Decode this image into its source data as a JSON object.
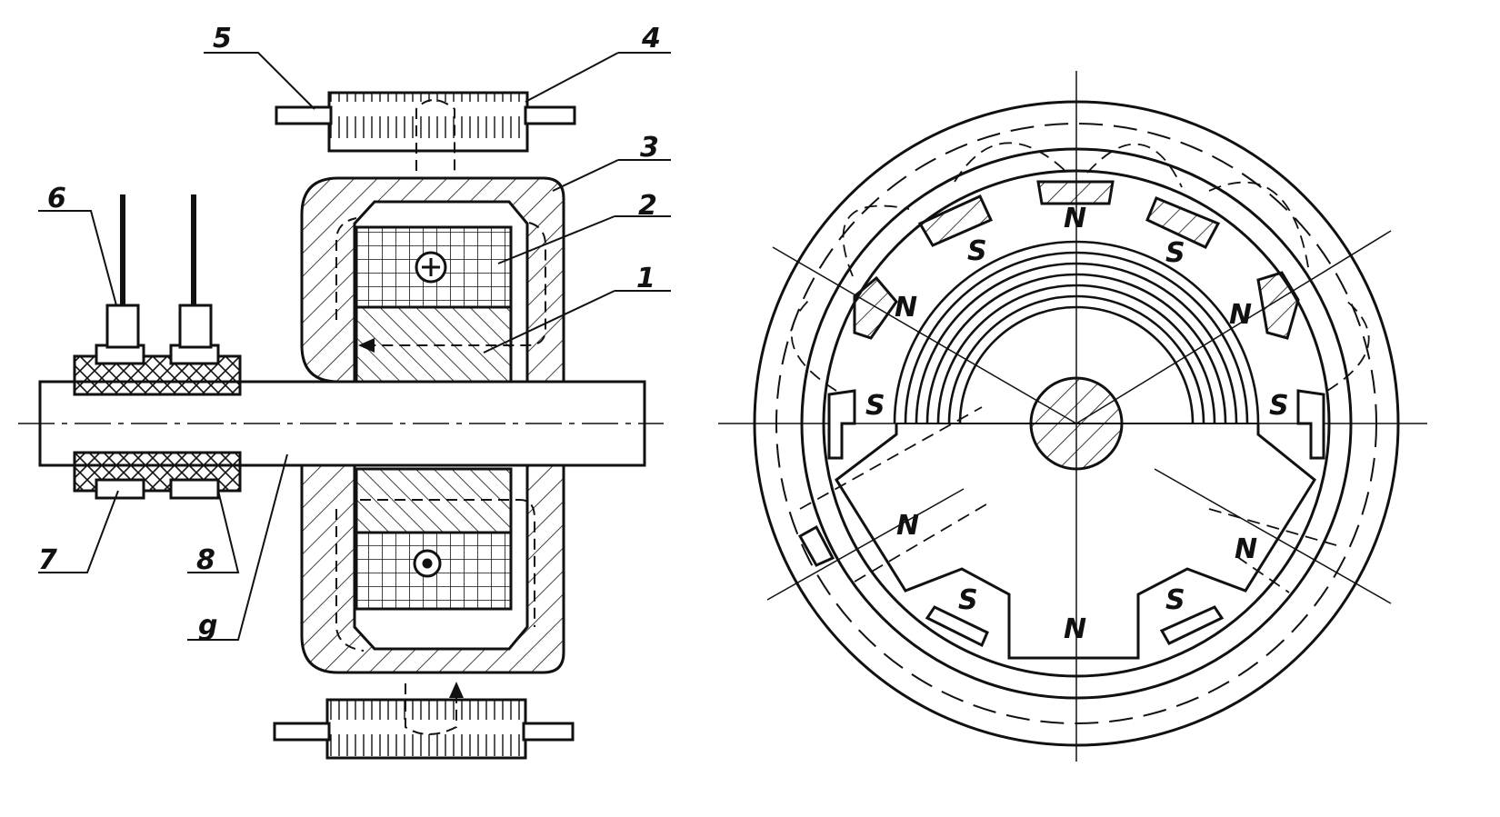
{
  "figure": {
    "left_callouts": [
      "1",
      "2",
      "3",
      "4",
      "5",
      "6",
      "7",
      "8",
      "g"
    ],
    "poles_upper": {
      "n_top": "N",
      "s_upper_left": "S",
      "s_upper_right": "S",
      "n_left": "N",
      "n_right": "N",
      "s_left": "S",
      "s_right": "S"
    },
    "poles_lower": {
      "n_lower_left": "N",
      "n_lower_right": "N",
      "s_bottom_left": "S",
      "s_bottom_right": "S",
      "n_bottom": "N"
    }
  },
  "colors": {
    "ink": "#111111",
    "paper": "#ffffff"
  }
}
